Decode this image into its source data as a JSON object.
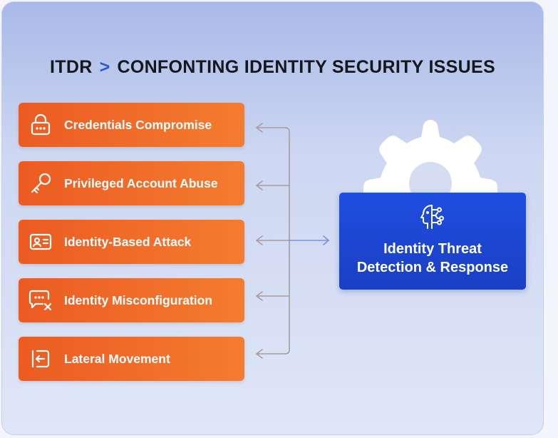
{
  "title": {
    "prefix": "ITDR",
    "separator": ">",
    "text": "CONFONTING IDENTITY SECURITY ISSUES"
  },
  "issues": [
    {
      "label": "Credentials Compromise",
      "icon": "lock-icon"
    },
    {
      "label": "Privileged Account Abuse",
      "icon": "key-icon"
    },
    {
      "label": "Identity-Based Attack",
      "icon": "id-card-icon"
    },
    {
      "label": "Identity Misconfiguration",
      "icon": "chat-error-icon"
    },
    {
      "label": "Lateral Movement",
      "icon": "login-icon"
    }
  ],
  "solution": {
    "line1": "Identity Threat",
    "line2": "Detection & Response",
    "icon": "ai-head-icon",
    "color": "#1f4ee0"
  },
  "colors": {
    "issue_start": "#ec5b22",
    "issue_end": "#f47c30",
    "accent": "#2e57d6",
    "connector": "#a89ca0"
  }
}
